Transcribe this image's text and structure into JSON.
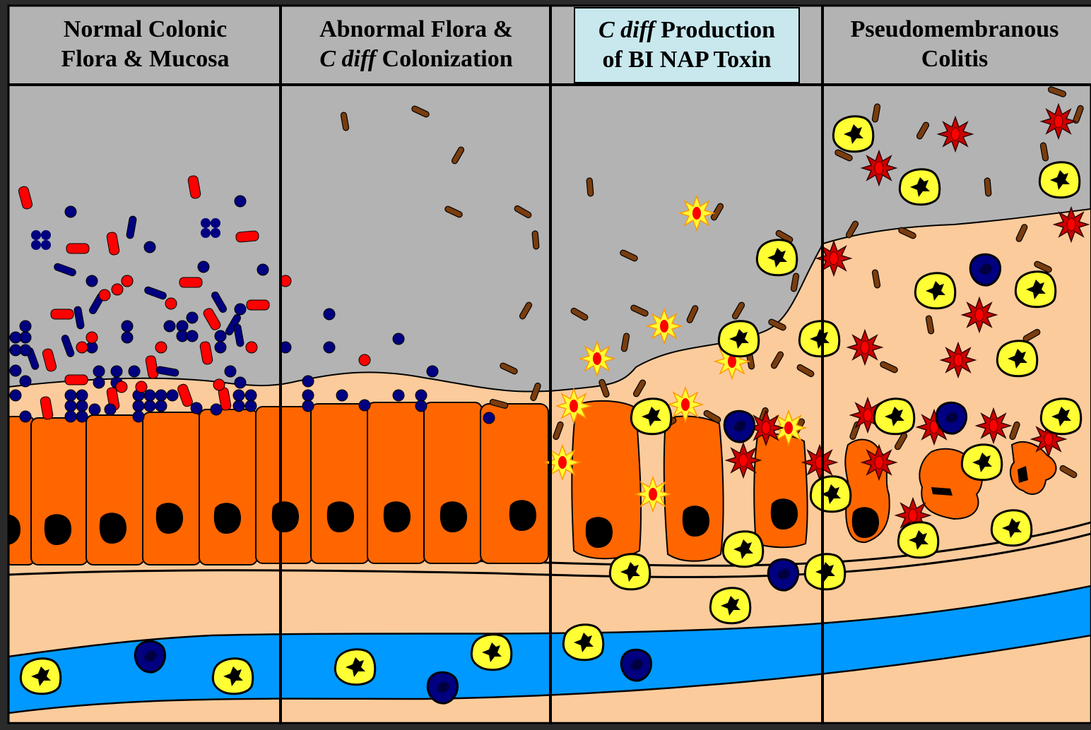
{
  "panels": [
    {
      "line1": "Normal Colonic",
      "line2": "Flora & Mucosa"
    },
    {
      "line1": "Abnormal Flora &",
      "line2_italic": "C diff",
      "line2": " Colonization"
    },
    {
      "line1_italic": "C diff",
      "line1": " Production",
      "line2": "of BI NAP Toxin"
    },
    {
      "line1": "Pseudomembranous",
      "line2": "Colitis"
    }
  ],
  "colors": {
    "background_gray": "#b3b3b3",
    "mucosa_tissue": "#fccb9c",
    "epithelial_cell": "#ff6600",
    "blood_vessel": "#0099ff",
    "neutrophil": "#ffff33",
    "lymphocyte": "#000080",
    "red_flora": "#ff0000",
    "c_diff": "#7a3d0e",
    "header_highlight": "#c8e8ee"
  },
  "icons": [
    "c-diff-rod-icon",
    "toxin-burst-icon",
    "neutrophil-icon",
    "lymphocyte-icon",
    "coccus-icon"
  ]
}
